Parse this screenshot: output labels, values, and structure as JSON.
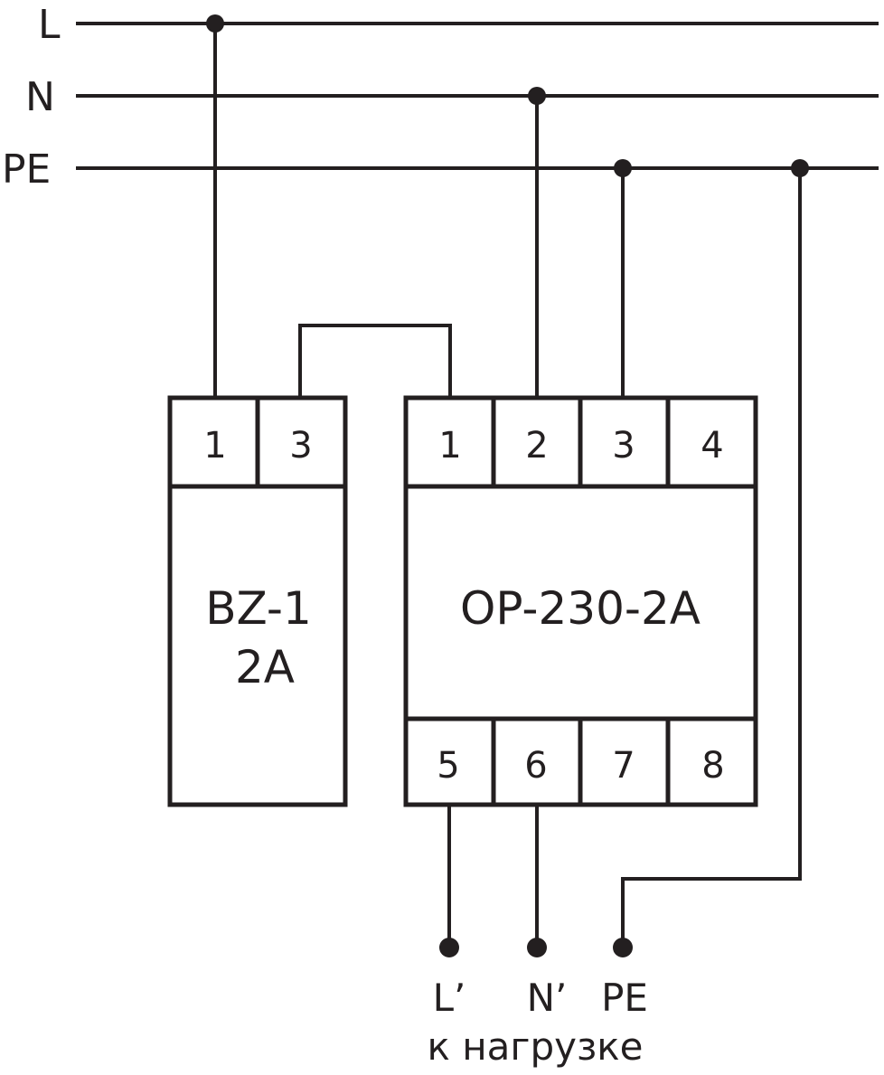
{
  "buses": [
    {
      "id": "L",
      "label": "L"
    },
    {
      "id": "N",
      "label": "N"
    },
    {
      "id": "PE",
      "label": "PE"
    }
  ],
  "devices": {
    "breaker": {
      "name_line1": "BZ-1",
      "name_line2": "2A",
      "terminals": [
        "1",
        "3"
      ]
    },
    "relay": {
      "name": "OP-230-2A",
      "top_terminals": [
        "1",
        "2",
        "3",
        "4"
      ],
      "bottom_terminals": [
        "5",
        "6",
        "7",
        "8"
      ]
    }
  },
  "outputs": {
    "L_prime": "L’",
    "N_prime": "N’",
    "PE": "PE",
    "caption": "к нагрузке"
  },
  "colors": {
    "line": "#231f20",
    "background": "#ffffff"
  }
}
